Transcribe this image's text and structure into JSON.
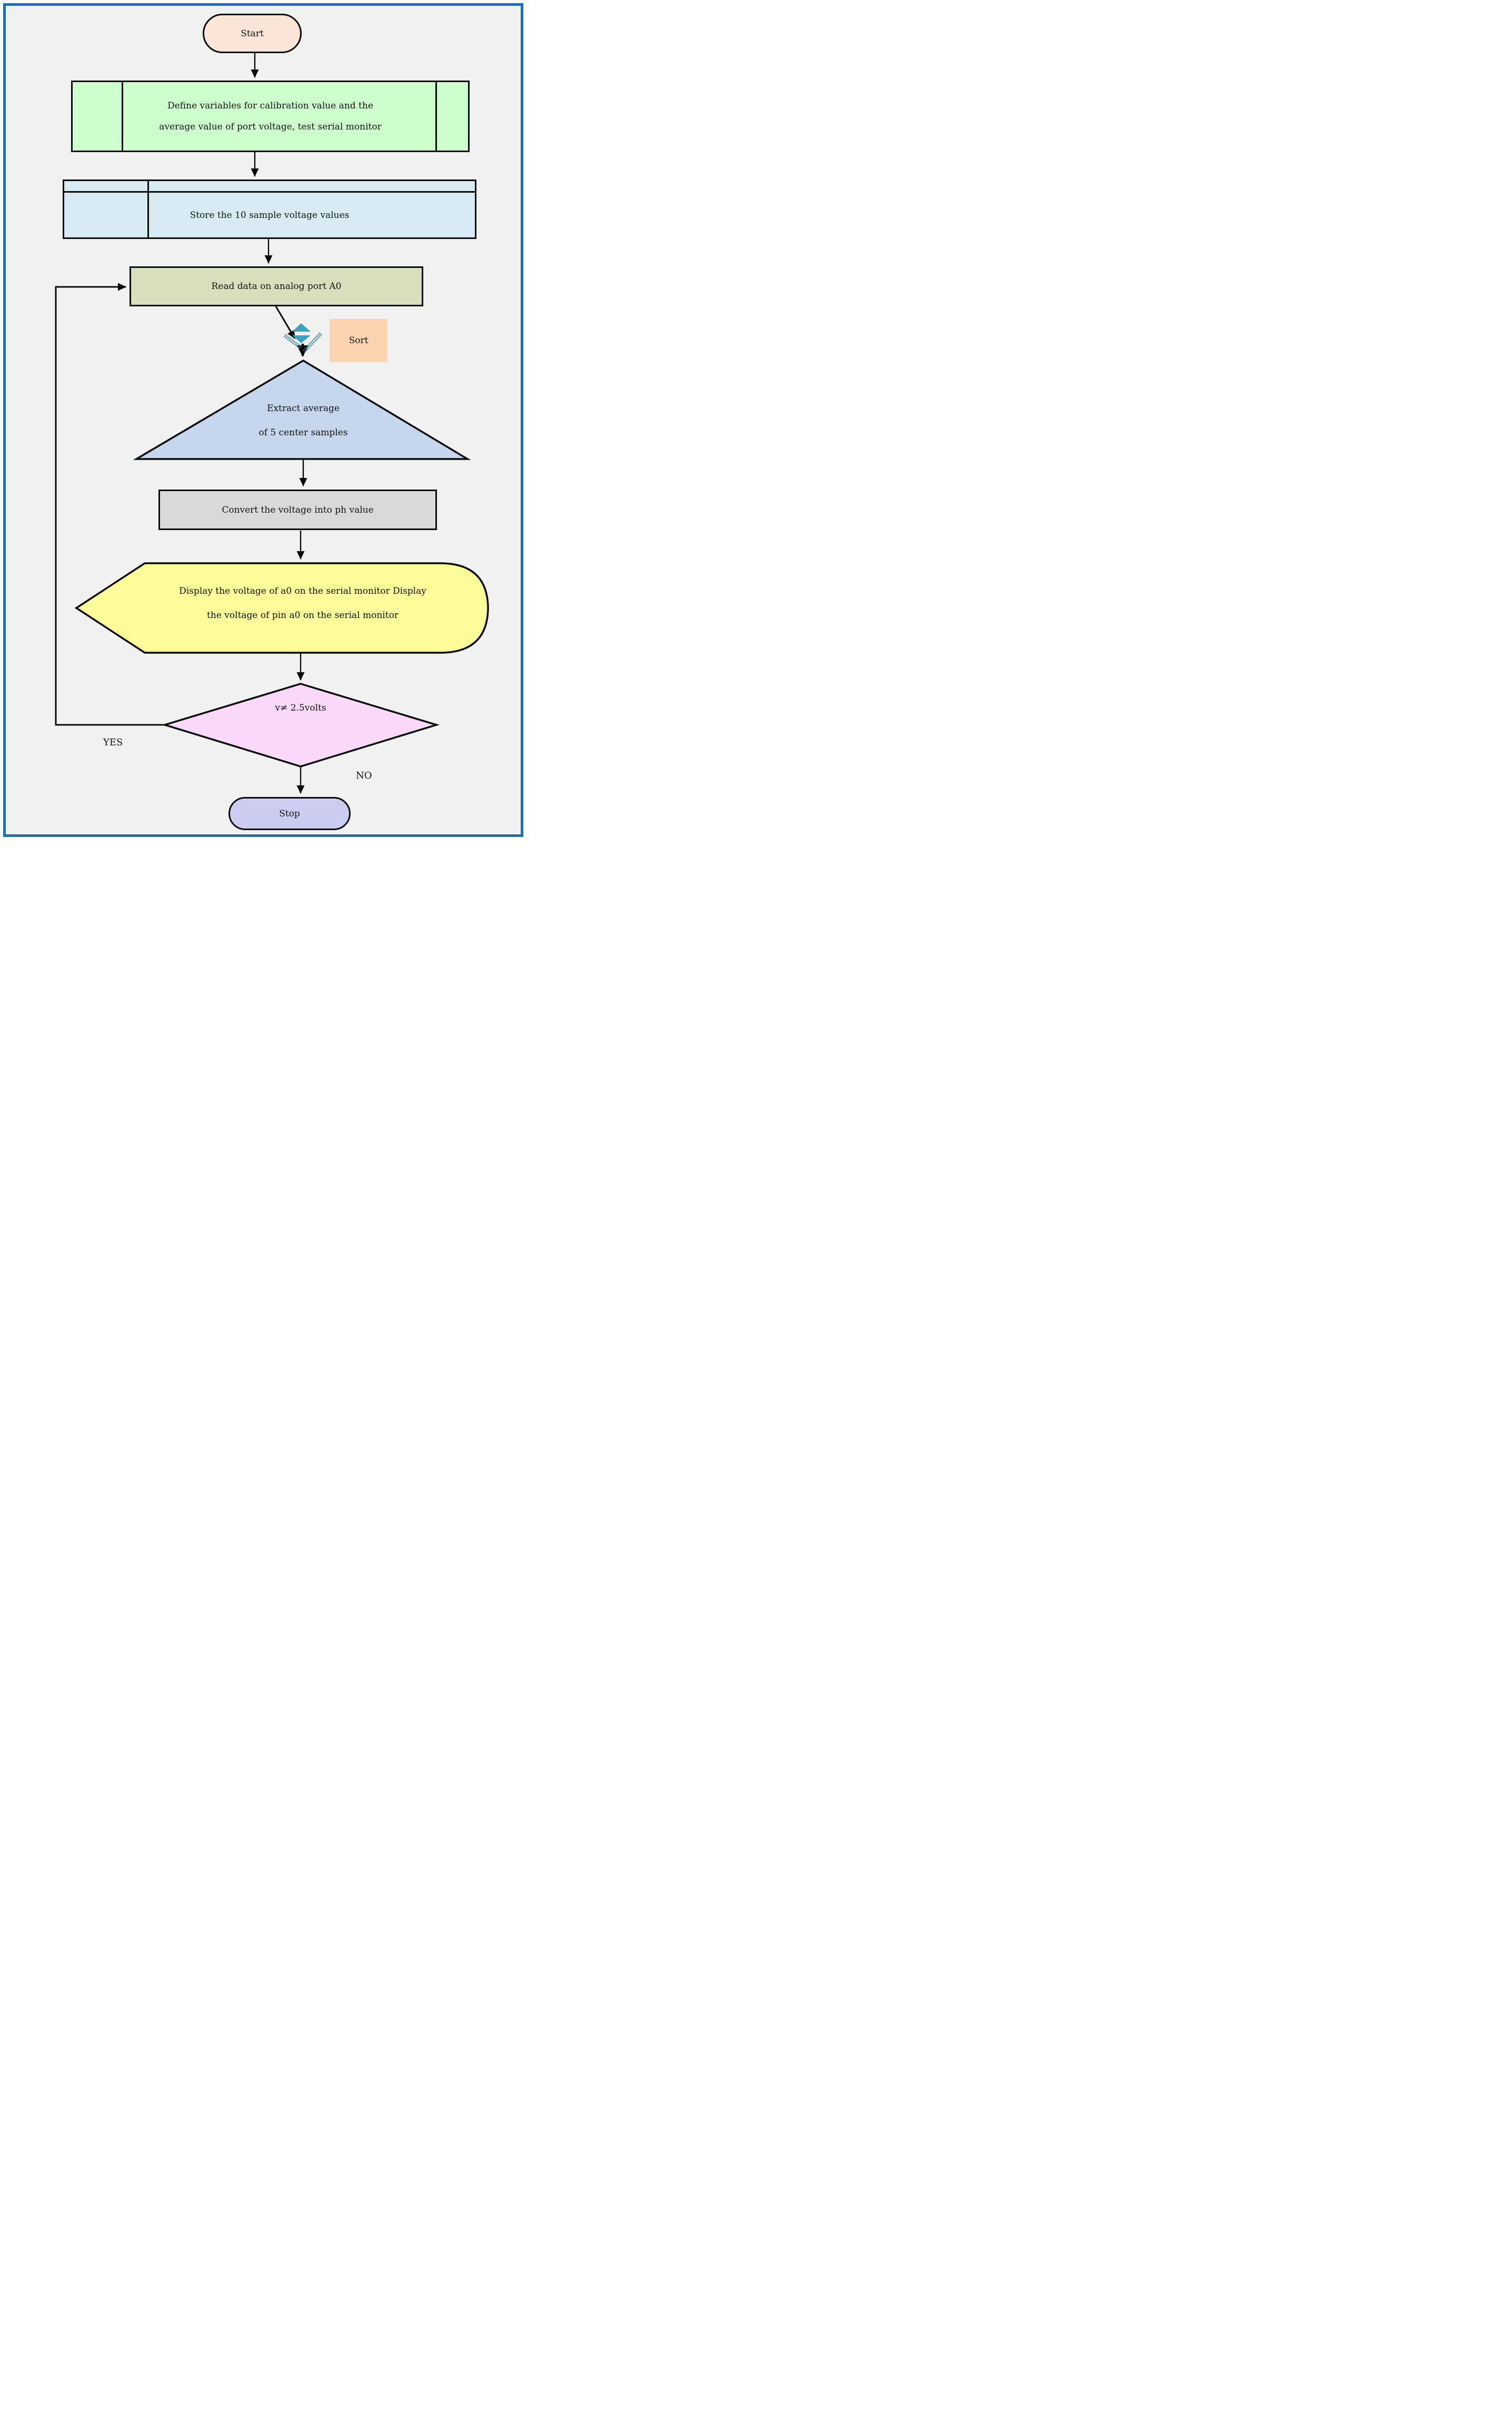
{
  "flowchart": {
    "nodes": {
      "start": {
        "label": "Start",
        "shape": "terminator",
        "fill": "#FBE5D6"
      },
      "define_variables": {
        "line1": "Define variables for calibration value and the",
        "line2": "average value of port voltage, test serial monitor",
        "shape": "predefined-process",
        "fill": "#CCFFCC"
      },
      "store_samples": {
        "label": "Store the 10 sample voltage values",
        "shape": "internal-storage",
        "fill": "#D8EAF2"
      },
      "read_data": {
        "label": "Read data on analog port A0",
        "shape": "process",
        "fill": "#D6E0BC"
      },
      "sort": {
        "label": "Sort",
        "shape": "annotation",
        "fill": "#FAD5B0"
      },
      "extract_average": {
        "line1": "Extract average",
        "line2": "of 5 center samples",
        "shape": "triangle",
        "fill": "#C4D7EC"
      },
      "convert_voltage": {
        "label": "Convert the voltage into ph value",
        "shape": "process",
        "fill": "#D9D9D9"
      },
      "display_voltage": {
        "line1": "Display the voltage of a0 on the serial monitor Display",
        "line2": "the voltage of pin a0 on the serial monitor",
        "shape": "display",
        "fill": "#FCFC99"
      },
      "decision": {
        "label": "v≠ 2.5volts",
        "shape": "decision",
        "fill": "#F9D9F7"
      },
      "stop": {
        "label": "Stop",
        "shape": "terminator",
        "fill": "#CCCCF0"
      }
    },
    "edge_labels": {
      "yes": "YES",
      "no": "NO"
    },
    "colors": {
      "frame_border": "#1B70BE",
      "background": "#F1F1F2",
      "line": "#0A0A0A",
      "sort_icon": "#3EA0BD"
    }
  }
}
